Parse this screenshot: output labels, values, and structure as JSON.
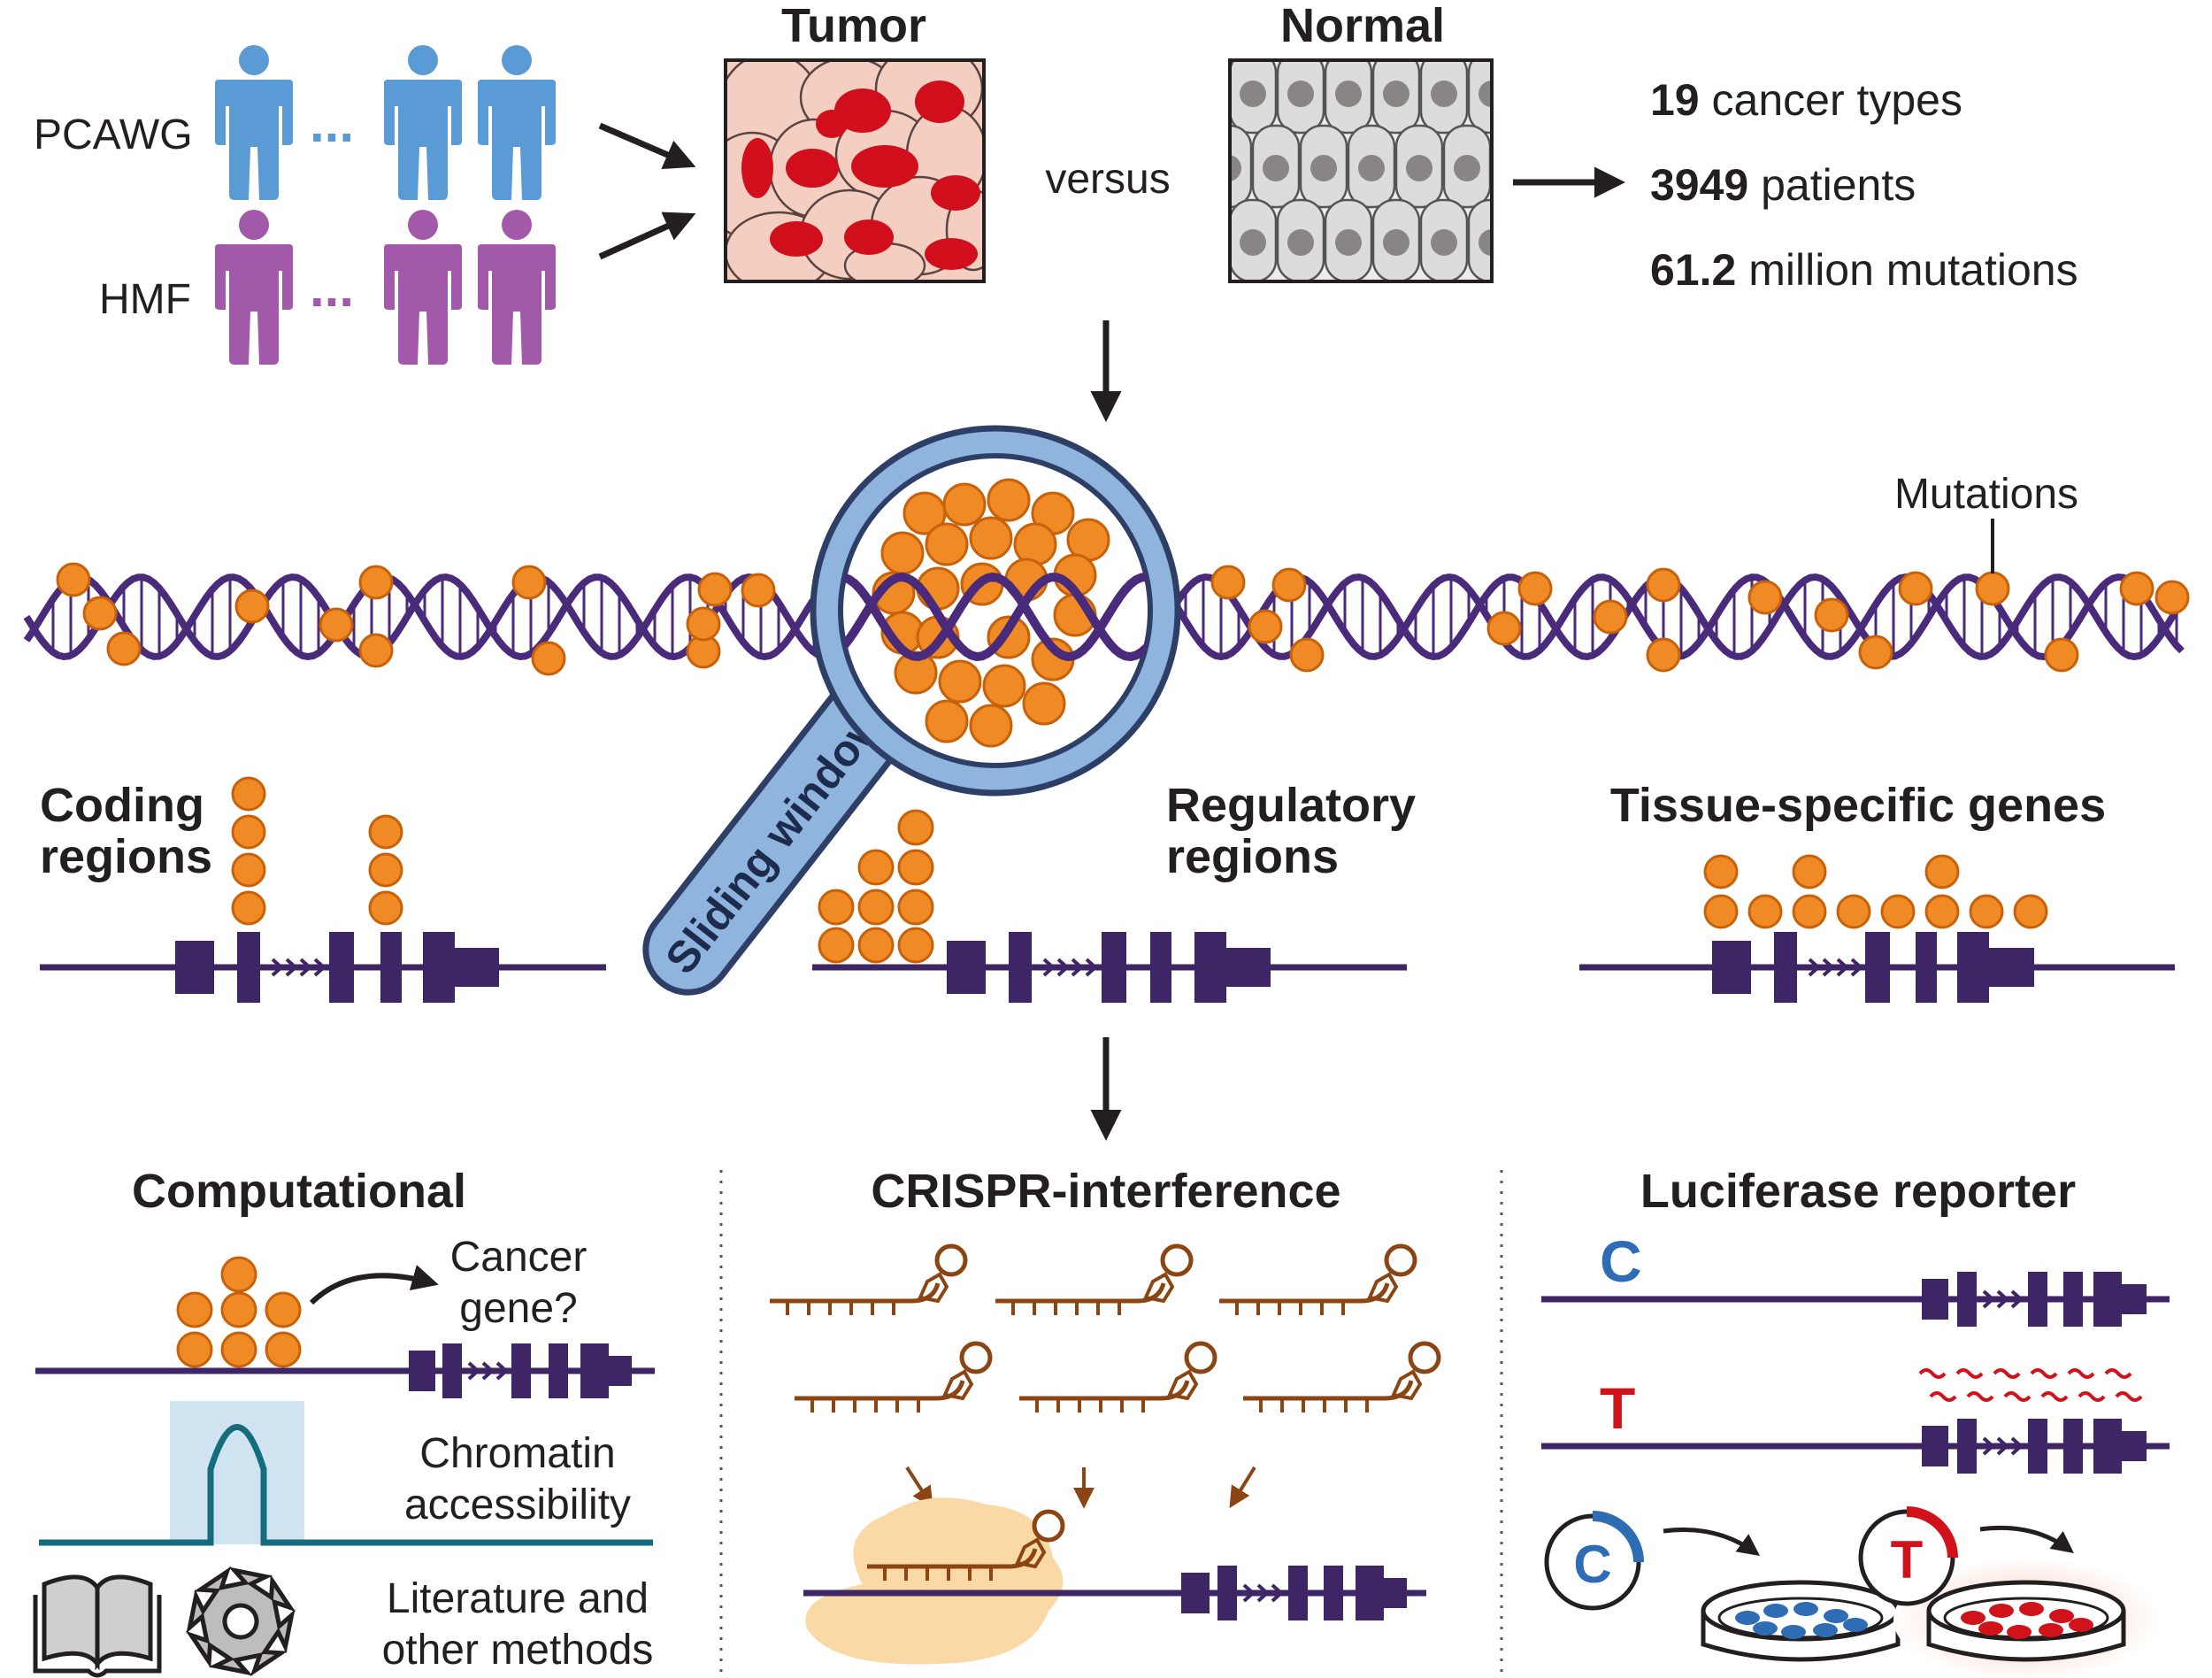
{
  "cohorts": [
    {
      "label": "PCAWG",
      "color": "#5b9bd5"
    },
    {
      "label": "HMF",
      "color": "#a259a9"
    }
  ],
  "ellipsis": "...",
  "tissues": {
    "tumor": "Tumor",
    "versus": "versus",
    "normal": "Normal"
  },
  "stats": [
    {
      "value": "19",
      "text": " cancer types"
    },
    {
      "value": "3949",
      "text": " patients"
    },
    {
      "value": "61.2",
      "text": " million mutations"
    }
  ],
  "mutations_label": "Mutations",
  "sliding_window_label": "Sliding window",
  "regions": {
    "coding": [
      "Coding",
      "regions"
    ],
    "regulatory": [
      "Regulatory",
      "regions"
    ],
    "tissue": "Tissue-specific genes"
  },
  "validation": {
    "computational": {
      "title": "Computational",
      "question": [
        "Cancer",
        "gene?"
      ],
      "chromatin": [
        "Chromatin",
        "accessibility"
      ],
      "literature": [
        "Literature and",
        "other methods"
      ]
    },
    "crispr": {
      "title": "CRISPR-interference"
    },
    "luciferase": {
      "title": "Luciferase reporter",
      "alleles": [
        "C",
        "T"
      ]
    }
  },
  "colors": {
    "dna": "#4a2a7a",
    "mutation": "#f08a24",
    "mutation_edge": "#c7610a",
    "gene": "#3d2566",
    "magnifier": "#8fb4de",
    "magnifier_edge": "#2d3f66",
    "tumor_bg": "#f4cfc1",
    "tumor_nucleus": "#d10f1c",
    "normal_bg": "#dddddd",
    "normal_nucleus": "#8a8585",
    "grna": "#8b4513",
    "chromatin_fill": "#cfe4f0",
    "chromatin_line": "#146c7c",
    "allele_c": "#2e6db4",
    "allele_t": "#d0121b"
  }
}
